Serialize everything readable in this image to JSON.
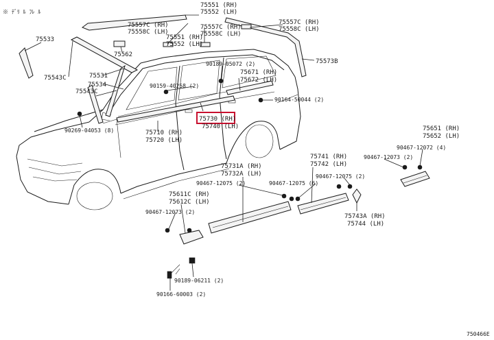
{
  "header_note": "※ ﾃﾞﾘ ﾙ ﾌﾚ ﾙ",
  "figure_code": "750466E",
  "highlight_color": "#c8102e",
  "highlighted_part": "75730 (RH)",
  "labels": {
    "p75551_rh": "75551 (RH)",
    "p75552_lh_top": "75552 (LH)",
    "p75557c_rh_a": "75557C (RH)",
    "p75558c_lh_a": "75558C (LH)",
    "p75551_rh_b": "75551 (RH)",
    "p75552_lh_b": "75552 (LH)",
    "p75557c_rh_b": "75557C (RH)",
    "p75558c_lh_b": "75558C (LH)",
    "p75557c_rh_c": "75557C (RH)",
    "p75558c_lh_c": "75558C (LH)",
    "p75533": "75533",
    "p75562": "75562",
    "p75573b": "75573B",
    "p75543c_a": "75543C",
    "p75531": "75531",
    "p75534": "75534",
    "p75543c_b": "75543C",
    "p90189_05072": "90189-05072 (2)",
    "p75671_rh": "75671 (RH)",
    "p75672_lh": "75672 (LH)",
    "p90159_40258": "90159-40258 (2)",
    "p90164_50044": "90164-50044 (2)",
    "p75730_rh": "75730 (RH)",
    "p75740_lh": "75740 (LH)",
    "p90269_04053": "90269-04053 (8)",
    "p75710_rh": "75710 (RH)",
    "p75720_lh": "75720 (LH)",
    "p75651_rh": "75651 (RH)",
    "p75652_lh": "75652 (LH)",
    "p90467_12072": "90467-12072 (4)",
    "p90467_12073_a": "90467-12073 (2)",
    "p75741_rh": "75741 (RH)",
    "p75742_lh": "75742 (LH)",
    "p75731a_rh": "75731A (RH)",
    "p75732a_lh": "75732A (LH)",
    "p90467_12075_a": "90467-12075 (2)",
    "p90467_12075_b": "90467-12075 (6)",
    "p90467_12075_c": "90467-12075 (2)",
    "p75611c_rh": "75611C (RH)",
    "p75612c_lh": "75612C (LH)",
    "p90467_12073_b": "90467-12073 (2)",
    "p75743a_rh": "75743A (RH)",
    "p75744_lh": "75744 (LH)",
    "p90189_06211": "90189-06211 (2)",
    "p90166_60003": "90166-60003 (2)"
  }
}
